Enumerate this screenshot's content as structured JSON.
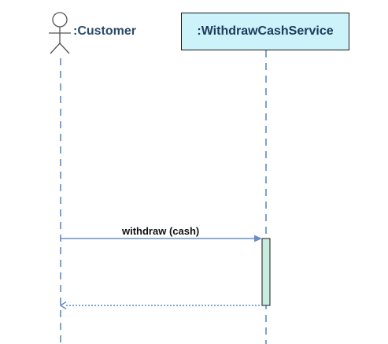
{
  "actor": {
    "label": ":Customer"
  },
  "object": {
    "label": ":WithdrawCashService"
  },
  "messages": [
    {
      "label": "withdraw (cash)",
      "kind": "synchronous-call"
    },
    {
      "label": "",
      "kind": "return"
    }
  ],
  "colors": {
    "lifeline": "#5b8bc6",
    "object_fill": "#ccf2fa",
    "activation_fill": "#c8ecdf",
    "actor_stroke": "#555555",
    "call_arrow": "#6a8fc8",
    "return_arrow": "#5b8bc6"
  }
}
